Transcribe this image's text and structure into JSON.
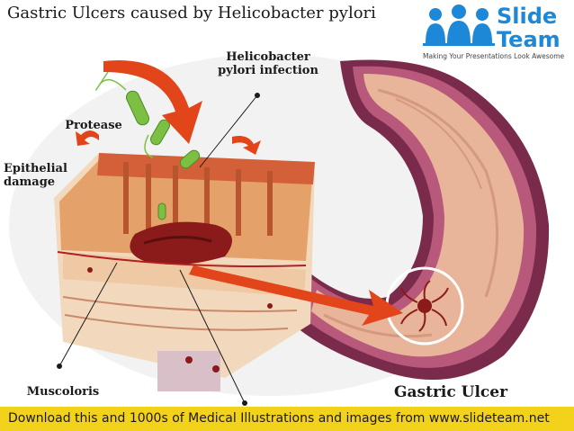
{
  "title": "Gastric Ulcers caused by Helicobacter pylori",
  "logo": {
    "brand_line1": "Slide",
    "brand_line2": "Team",
    "tagline": "Making Your Presentations Look Awesome"
  },
  "labels": {
    "helicobacter_line1": "Helicobacter",
    "helicobacter_line2": "pylori infection",
    "protease": "Protease",
    "epithelial_line1": "Epithelial",
    "epithelial_line2": "damage",
    "muscoloris": "Muscoloris",
    "gastric_ulcer": "Gastric Ulcer"
  },
  "footer": {
    "text": "Download this and 1000s of Medical Illustrations and images from www.slideteam.net"
  },
  "colors": {
    "footer_bg": "#f3d21b",
    "arrow": "#e2451a",
    "stomach_outer": "#7a2a4a",
    "stomach_inner": "#e8b59a",
    "bacteria": "#7bc043",
    "brand": "#1e88d8"
  }
}
